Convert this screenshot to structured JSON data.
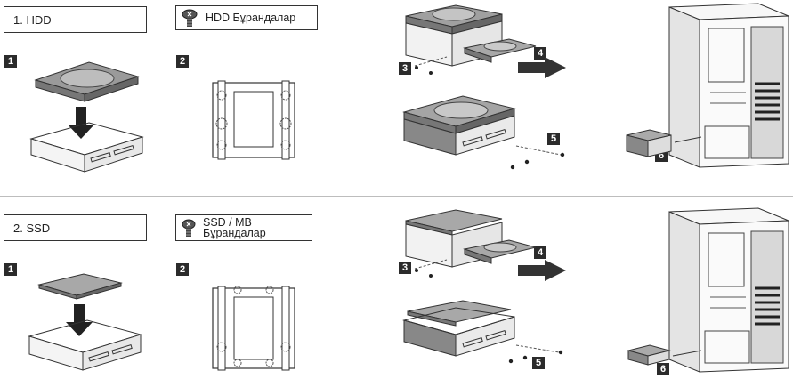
{
  "sections": [
    {
      "title": "1. HDD",
      "screw_label_line1": "HDD Бұрандалар",
      "screw_label_line2": "",
      "steps": [
        "1",
        "2",
        "3",
        "4",
        "5",
        "6"
      ]
    },
    {
      "title": "2. SSD",
      "screw_label_line1": "SSD / MB",
      "screw_label_line2": "Бұрандалар",
      "steps": [
        "1",
        "2",
        "3",
        "4",
        "5",
        "6"
      ]
    }
  ],
  "icons": {
    "screw": "screw-icon",
    "arrow": "arrow-icon"
  },
  "colors": {
    "step_badge": "#2b2b2b",
    "line": "#333333",
    "divider": "#bdbdbd"
  }
}
